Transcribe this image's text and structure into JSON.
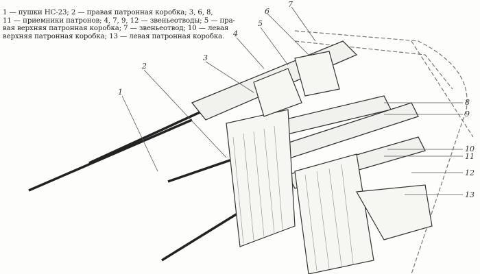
{
  "caption": {
    "lines": [
      "1 — пушки НС-23; 2 — правая патронная коробка; 3, 6, 8,",
      "11 — приемники патронов; 4, 7, 9, 12 — звеньеотводы; 5 — пра-",
      "вая верхняя патронная коробка; 7 — звеньеотвод; 10 — левая",
      "верхняя патронная коробка; 13 — левая патронная коробка."
    ]
  },
  "labels": [
    "1",
    "2",
    "3",
    "4",
    "5",
    "6",
    "7",
    "8",
    "9",
    "10",
    "11",
    "12",
    "13"
  ]
}
